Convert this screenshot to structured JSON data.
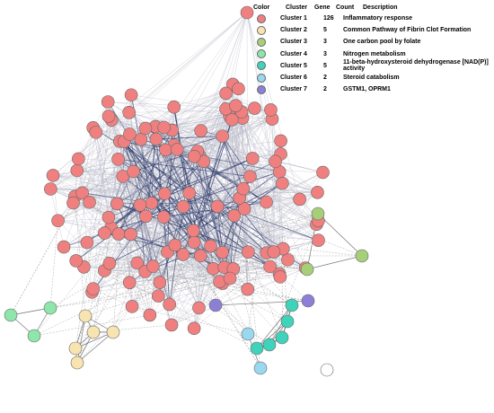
{
  "legend": {
    "headers": {
      "color": "Color",
      "cluster": "Cluster",
      "gene": "Gene",
      "count": "Count",
      "description": "Description"
    },
    "rows": [
      {
        "cluster": "Cluster 1",
        "count": "126",
        "description": "Inflammatory response",
        "color": "#f08080"
      },
      {
        "cluster": "Cluster 2",
        "count": "5",
        "description": "Common Pathway of Fibrin Clot Formation",
        "color": "#f8e4b0"
      },
      {
        "cluster": "Cluster 3",
        "count": "3",
        "description": "One carbon pool by folate",
        "color": "#a7cf7a"
      },
      {
        "cluster": "Cluster 4",
        "count": "3",
        "description": "Nitrogen metabolism",
        "color": "#8ee6ab"
      },
      {
        "cluster": "Cluster 5",
        "count": "5",
        "description": "11-beta-hydroxysteroid dehydrogenase [NAD(P)] activity",
        "color": "#3fd3bb"
      },
      {
        "cluster": "Cluster 6",
        "count": "2",
        "description": "Steroid catabolism",
        "color": "#9ad8f0"
      },
      {
        "cluster": "Cluster 7",
        "count": "2",
        "description": "GSTM1, OPRM1",
        "color": "#8b80d6"
      }
    ]
  },
  "colors": {
    "edge_strong": "#2b3a6b",
    "edge_weak": "#b8b8c8",
    "node_stroke": "#666666",
    "isolated": "#ffffff"
  }
}
